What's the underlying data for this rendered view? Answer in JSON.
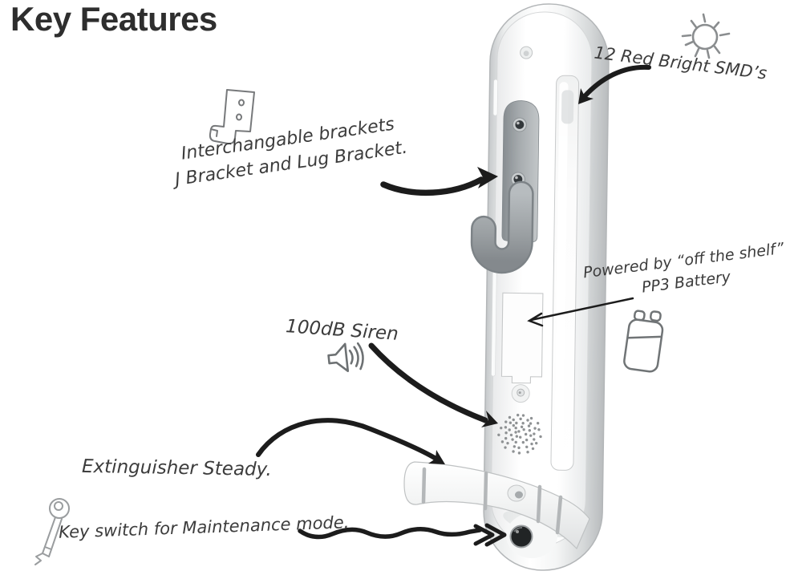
{
  "page": {
    "title": "Key Features",
    "background": "#ffffff",
    "ink_color": "#1d1d1d",
    "handwriting_color": "#3c3c3c",
    "title_color": "#2e2e2e",
    "device_metal_color": "#a6abae"
  },
  "device": {
    "name": "extinguisher-alarm-unit-rear-view",
    "parts": [
      "device-body",
      "light-strip",
      "mounting-plate",
      "j-hook",
      "battery-door",
      "siren-grille",
      "extinguisher-steady-bracket",
      "key-switch"
    ]
  },
  "annotations": {
    "brackets": {
      "line1": "Interchangable brackets",
      "line2": "J Bracket and Lug Bracket.",
      "icon": "j-bracket-icon"
    },
    "smd": {
      "label": "12 Red Bright SMD’s",
      "icon": "sun-icon"
    },
    "battery": {
      "line1": "Powered by “off the shelf”",
      "line2": "PP3 Battery",
      "icon": "battery-icon"
    },
    "siren": {
      "label": "100dB Siren",
      "icon": "speaker-icon"
    },
    "extinguisher": {
      "label": "Extinguisher Steady."
    },
    "keyswitch": {
      "label": "Key switch for Maintenance mode.",
      "icon": "key-icon"
    }
  }
}
